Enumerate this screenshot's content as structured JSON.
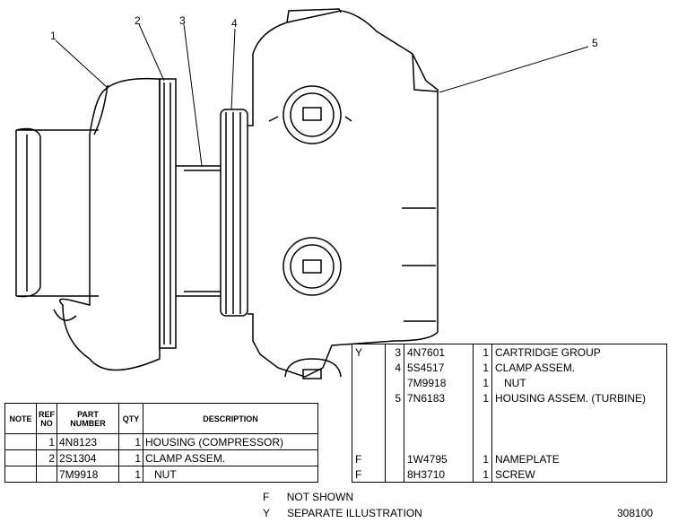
{
  "callouts": [
    "1",
    "2",
    "3",
    "4",
    "5"
  ],
  "left_table": {
    "headers": {
      "note": "NOTE",
      "ref_no": "REF NO",
      "part_number": "PART NUMBER",
      "qty": "QTY",
      "description": "DESCRIPTION"
    },
    "rows": [
      {
        "note": "",
        "ref": "1",
        "part": "4N8123",
        "qty": "1",
        "desc": "HOUSING (COMPRESSOR)"
      },
      {
        "note": "",
        "ref": "2",
        "part": "2S1304",
        "qty": "1",
        "desc": "CLAMP ASSEM."
      },
      {
        "note": "",
        "ref": "",
        "part": "7M9918",
        "qty": "1",
        "desc": "   NUT"
      }
    ]
  },
  "right_table": {
    "rows": [
      {
        "note": "Y",
        "ref": "3",
        "part": "4N7601",
        "qty": "1",
        "desc": "CARTRIDGE GROUP"
      },
      {
        "note": "",
        "ref": "4",
        "part": "5S4517",
        "qty": "1",
        "desc": "CLAMP ASSEM."
      },
      {
        "note": "",
        "ref": "",
        "part": "7M9918",
        "qty": "1",
        "desc": "   NUT"
      },
      {
        "note": "",
        "ref": "5",
        "part": "7N6183",
        "qty": "1",
        "desc": "HOUSING ASSEM. (TURBINE)"
      },
      {
        "note": "",
        "ref": "",
        "part": "",
        "qty": "",
        "desc": ""
      },
      {
        "note": "",
        "ref": "",
        "part": "",
        "qty": "",
        "desc": ""
      },
      {
        "note": "",
        "ref": "",
        "part": "",
        "qty": "",
        "desc": ""
      },
      {
        "note": "F",
        "ref": "",
        "part": "1W4795",
        "qty": "1",
        "desc": "NAMEPLATE"
      },
      {
        "note": "F",
        "ref": "",
        "part": "8H3710",
        "qty": "1",
        "desc": "SCREW"
      }
    ]
  },
  "legend": [
    {
      "code": "F",
      "text": "NOT SHOWN"
    },
    {
      "code": "Y",
      "text": "SEPARATE ILLUSTRATION"
    }
  ],
  "figure_number": "308100"
}
